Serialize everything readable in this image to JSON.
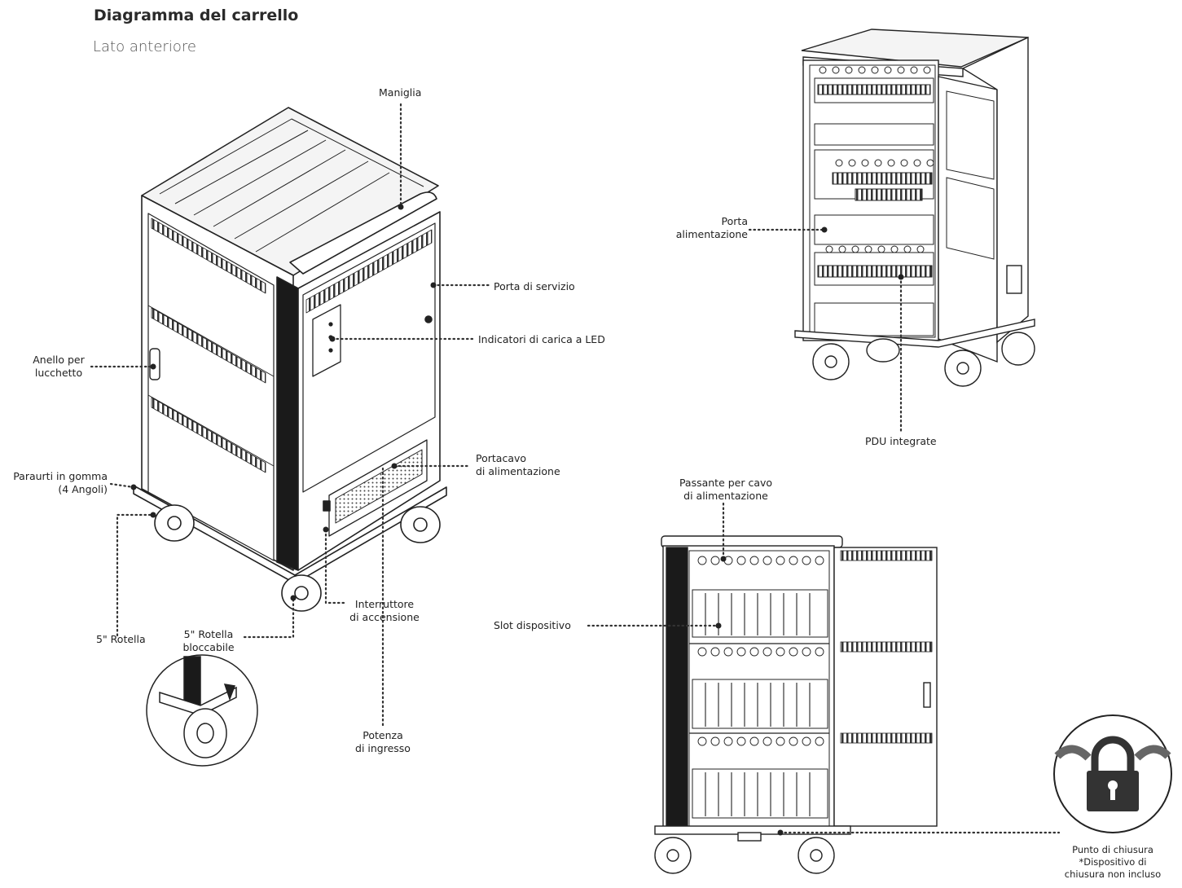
{
  "header": {
    "title": "Diagramma del carrello",
    "subtitle": "Lato anteriore"
  },
  "labels": {
    "maniglia": "Maniglia",
    "porta_servizio": "Porta di servizio",
    "indicatori_led": "Indicatori di carica a LED",
    "anello_1": "Anello per",
    "anello_2": "lucchetto",
    "paraurti_1": "Paraurti in gomma",
    "paraurti_2": "(4 Angoli)",
    "portacavo_1": "Portacavo",
    "portacavo_2": "di alimentazione",
    "rotella": "5\" Rotella",
    "rotella_bloc_1": "5\" Rotella",
    "rotella_bloc_2": "bloccabile",
    "interruttore_1": "Interruttore",
    "interruttore_2": "di accensione",
    "potenza_1": "Potenza",
    "potenza_2": "di ingresso",
    "porta_alim_1": "Porta",
    "porta_alim_2": "alimentazione",
    "pdu": "PDU integrate",
    "passante_1": "Passante per cavo",
    "passante_2": "di alimentazione",
    "slot": "Slot dispositivo",
    "chiusura_1": "Punto di chiusura",
    "chiusura_2": "*Dispositivo di",
    "chiusura_3": "chiusura non incluso"
  }
}
